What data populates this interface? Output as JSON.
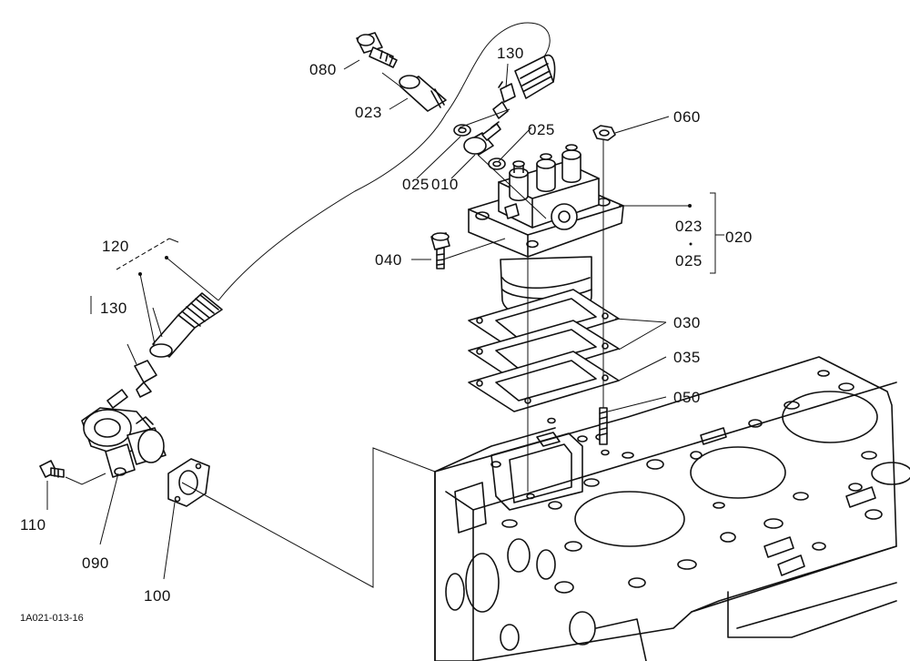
{
  "figure_code": "1A021-013-16",
  "parts": [
    {
      "id": "p080",
      "label": "080"
    },
    {
      "id": "p130a",
      "label": "130"
    },
    {
      "id": "p023a",
      "label": "023"
    },
    {
      "id": "p025a",
      "label": "025"
    },
    {
      "id": "p060",
      "label": "060"
    },
    {
      "id": "p025b",
      "label": "025"
    },
    {
      "id": "p010",
      "label": "010"
    },
    {
      "id": "p023b",
      "label": "023"
    },
    {
      "id": "p020",
      "label": "020"
    },
    {
      "id": "p025c",
      "label": "025"
    },
    {
      "id": "p120",
      "label": "120"
    },
    {
      "id": "p040",
      "label": "040"
    },
    {
      "id": "p130b",
      "label": "130"
    },
    {
      "id": "p030",
      "label": "030"
    },
    {
      "id": "p035",
      "label": "035"
    },
    {
      "id": "p050",
      "label": "050"
    },
    {
      "id": "p110",
      "label": "110"
    },
    {
      "id": "p090",
      "label": "090"
    },
    {
      "id": "p100",
      "label": "100"
    }
  ],
  "icons": [
    "fuel-injection-pump-icon",
    "cylinder-block-icon",
    "gasket-icon",
    "stud-bolt-icon",
    "bolt-icon",
    "nut-icon",
    "hollow-bolt-icon",
    "hose-clamp-icon",
    "fuel-hose-icon",
    "fuel-feed-pump-icon",
    "banjo-fitting-icon"
  ]
}
